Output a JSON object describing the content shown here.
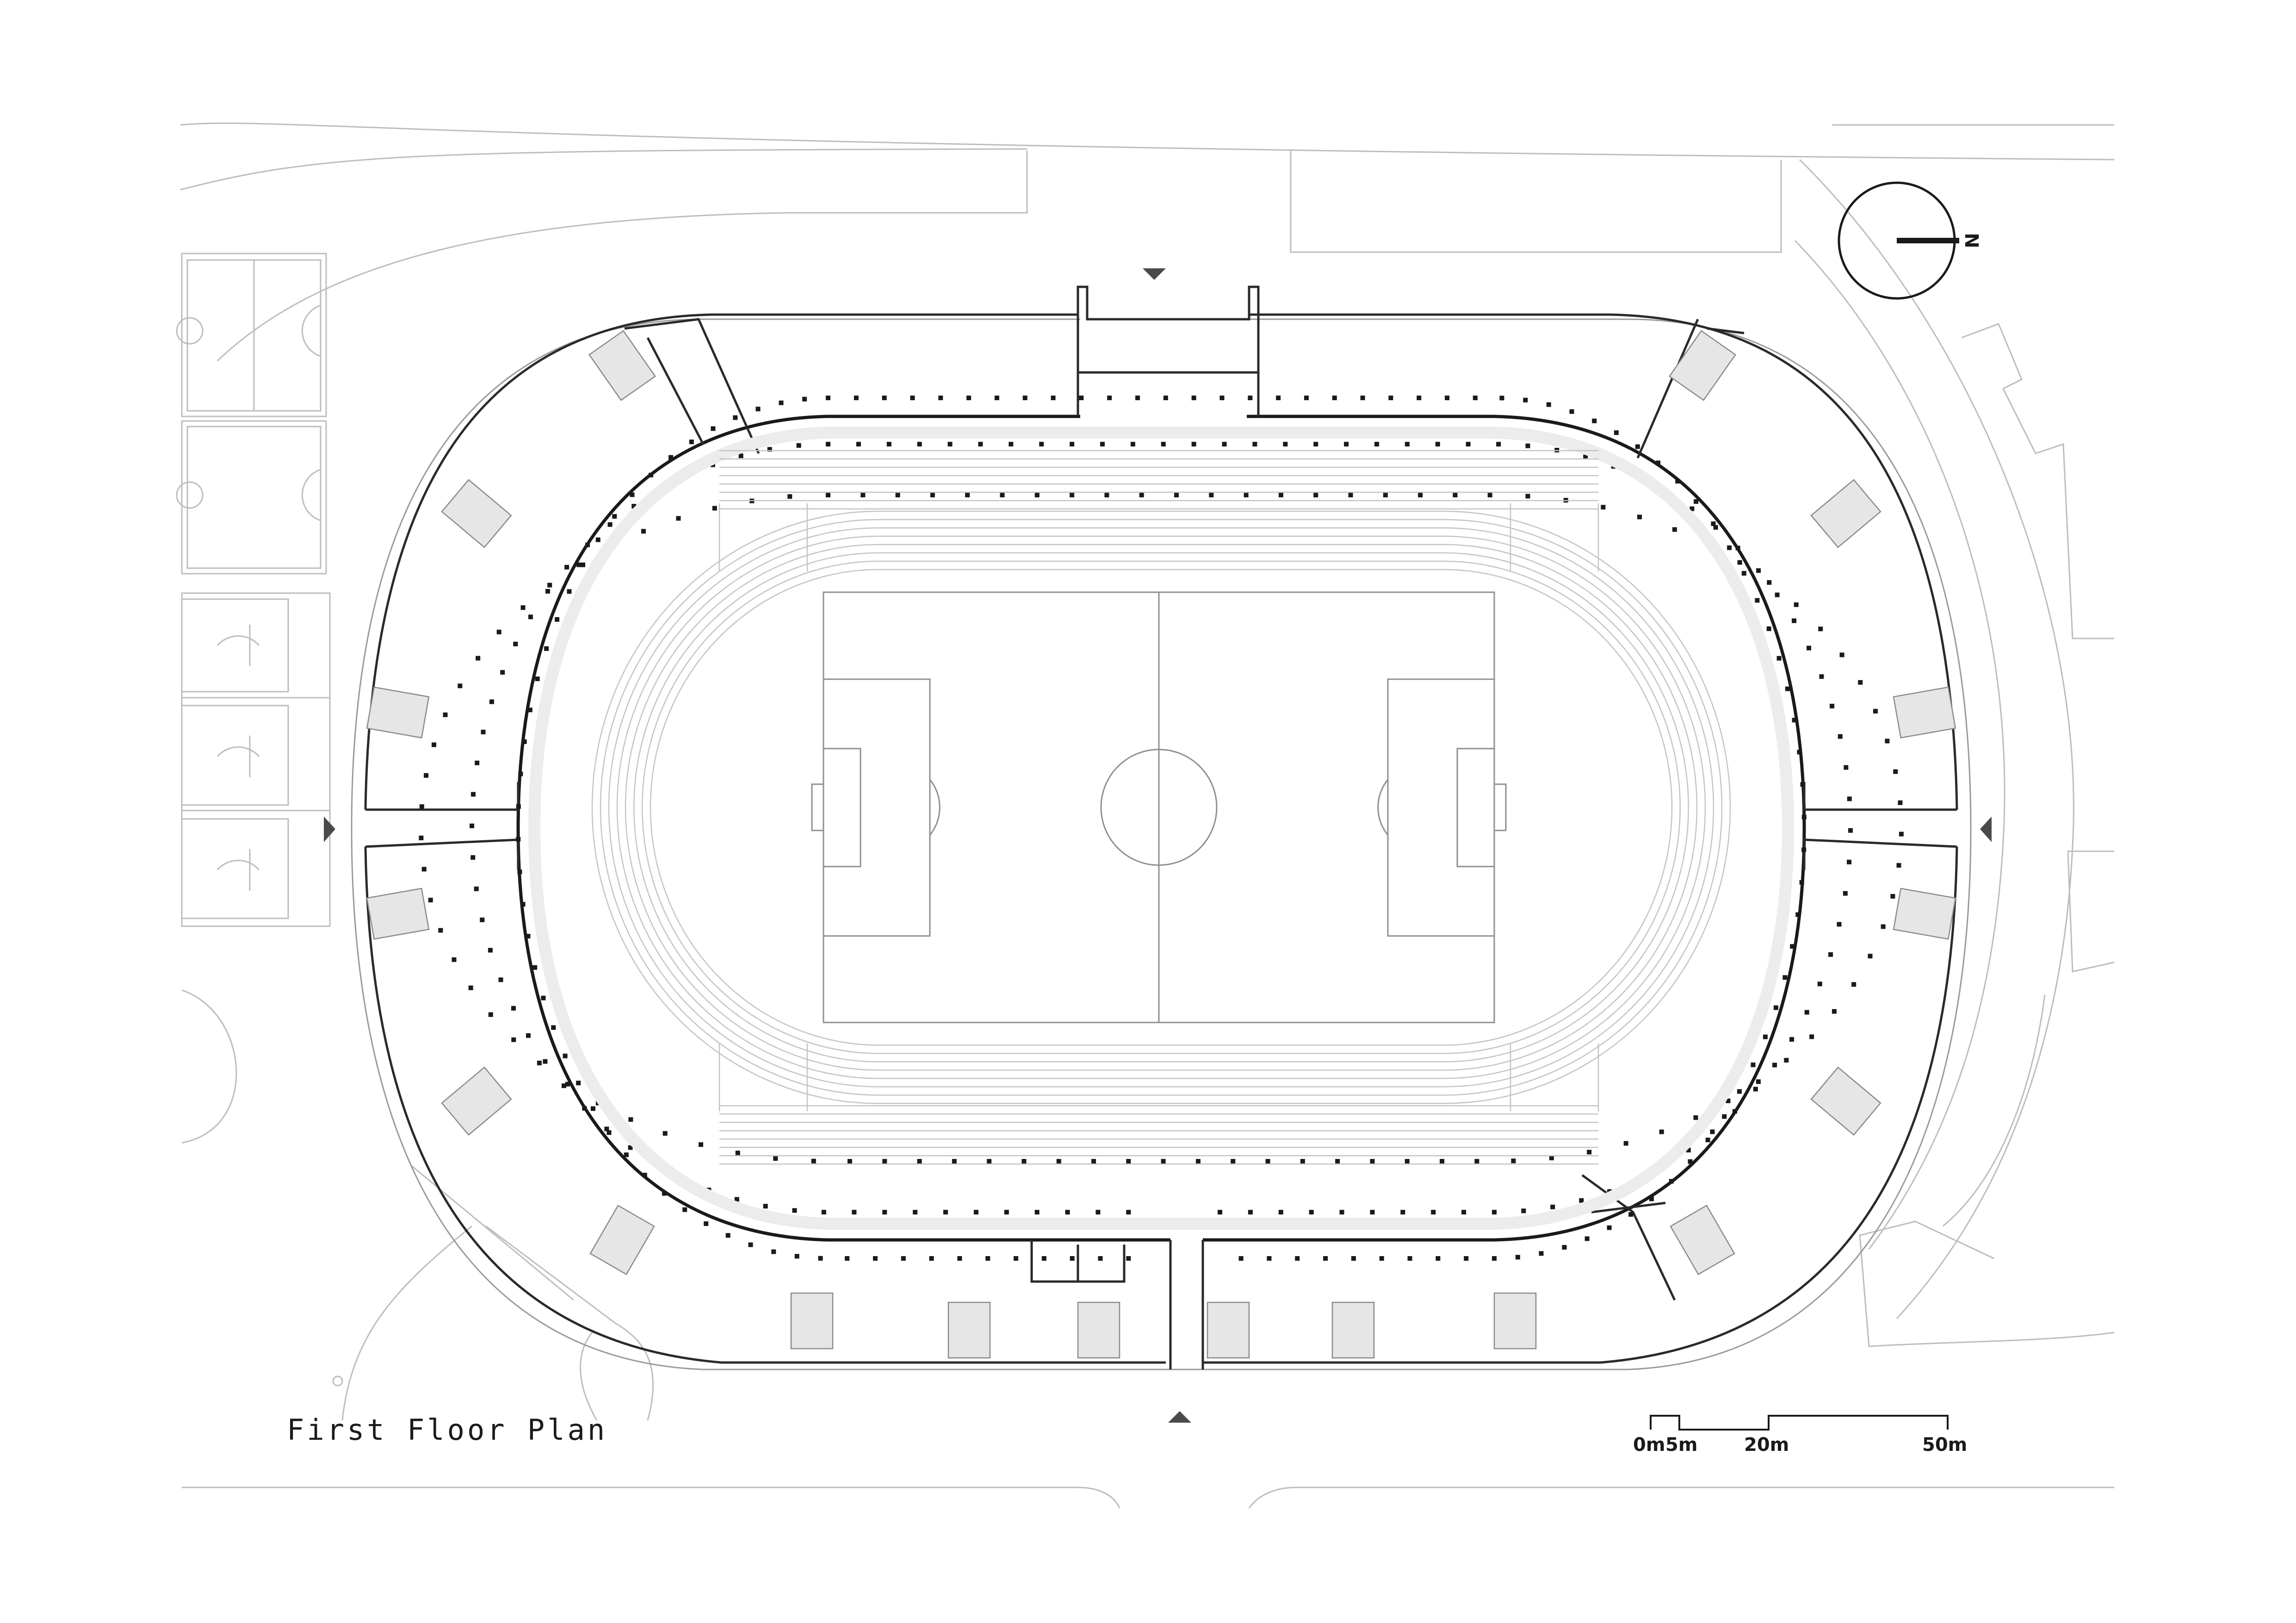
{
  "drawing": {
    "title": "First Floor Plan"
  },
  "north_arrow": {
    "label": "N"
  },
  "scale_bar": {
    "ticks": [
      "0m",
      "5m",
      "20m",
      "50m"
    ]
  },
  "icons": {
    "north": "north-arrow-icon",
    "entrance": "entrance-marker-icon"
  }
}
